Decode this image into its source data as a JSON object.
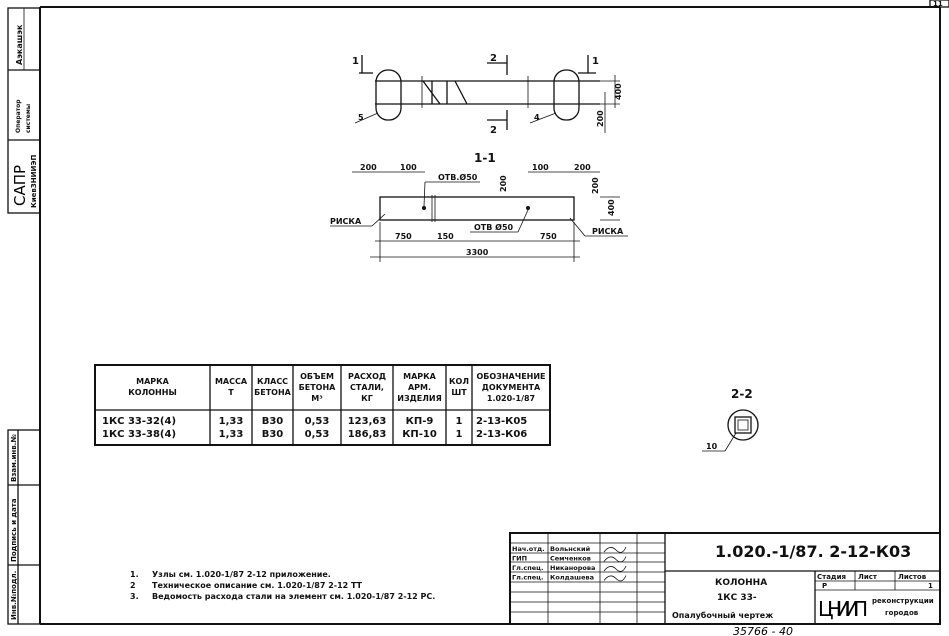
{
  "sidebar_stamp": {
    "top_box": "Аэкашэк",
    "operator": [
      "Оператор",
      "системы"
    ],
    "sapr": "САПР",
    "sapr_org": "КиевЗНИИЭП",
    "bottom_cols": [
      "Инв.№подл.",
      "Подпись и дата",
      "Взам.инв.№"
    ]
  },
  "drawing": {
    "plan": {
      "section_1": "1",
      "section_2": "2",
      "callout_left": "5",
      "callout_right": "4",
      "dim_400": "400",
      "dim_200": "200"
    },
    "section_1_1": {
      "title": "1-1",
      "dim_200_left": "200",
      "dim_100_left": "100",
      "dim_100_right": "100",
      "dim_200_right": "200",
      "hole_top": "ОТВ.Ø50",
      "hole_bottom": "ОТВ Ø50",
      "dim_200_mid": "200",
      "dim_200_side": "200",
      "dim_400": "400",
      "risk_left": "РИСКА",
      "risk_right": "РИСКА",
      "dim_750_left": "750",
      "dim_150": "150",
      "dim_750_right": "750",
      "dim_3300": "3300"
    },
    "section_2_2": {
      "title": "2-2",
      "callout": "10"
    }
  },
  "spec_table": {
    "headers": [
      "МАРКА КОЛОННЫ",
      "МАССА Т",
      "КЛАСС БЕТОНА",
      "ОБЪЕМ БЕТОНА М³",
      "РАСХОД СТАЛИ, КГ",
      "МАРКА АРМ. ИЗДЕЛИЯ",
      "КОЛ ШТ",
      "ОБОЗНАЧЕНИЕ ДОКУМЕНТА 1.020-1/87"
    ],
    "rows": [
      [
        "1КС  33-32(4)",
        "1,33",
        "В30",
        "0,53",
        "123,63",
        "КП-9",
        "1",
        "2-13-К05"
      ],
      [
        "1КС  33-38(4)",
        "1,33",
        "В30",
        "0,53",
        "186,83",
        "КП-10",
        "1",
        "2-13-К06"
      ]
    ]
  },
  "notes": [
    {
      "n": "1.",
      "text": "Узлы см. 1.020-1/87 2-12 приложение."
    },
    {
      "n": "2",
      "text": "Техническое описание  см. 1.020-1/87  2-12 ТТ"
    },
    {
      "n": "3.",
      "text": "Ведомость расхода стали на элемент см. 1.020-1/87 2-12 РС."
    }
  ],
  "title_block": {
    "code": "1.020.-1/87. 2-12-К03",
    "staff": [
      {
        "role": "Нач.отд.",
        "name": "Вольнский"
      },
      {
        "role": "ГИП",
        "name": "Семченков"
      },
      {
        "role": "Гл.спец.",
        "name": "Никанорова"
      },
      {
        "role": "Гл.спец.",
        "name": "Колдашева"
      }
    ],
    "name_lines": [
      "КОЛОННА",
      "1КС 33-",
      "Опалубочный чертеж"
    ],
    "stage_headers": [
      "Стадия",
      "Лист",
      "Листов"
    ],
    "stage_values": [
      "Р",
      "",
      "1"
    ],
    "org_logo": "ЦНИИП",
    "org_text": [
      "реконструкции",
      "городов"
    ],
    "footer_number": "35766 - 40"
  },
  "corner_mark": "11"
}
